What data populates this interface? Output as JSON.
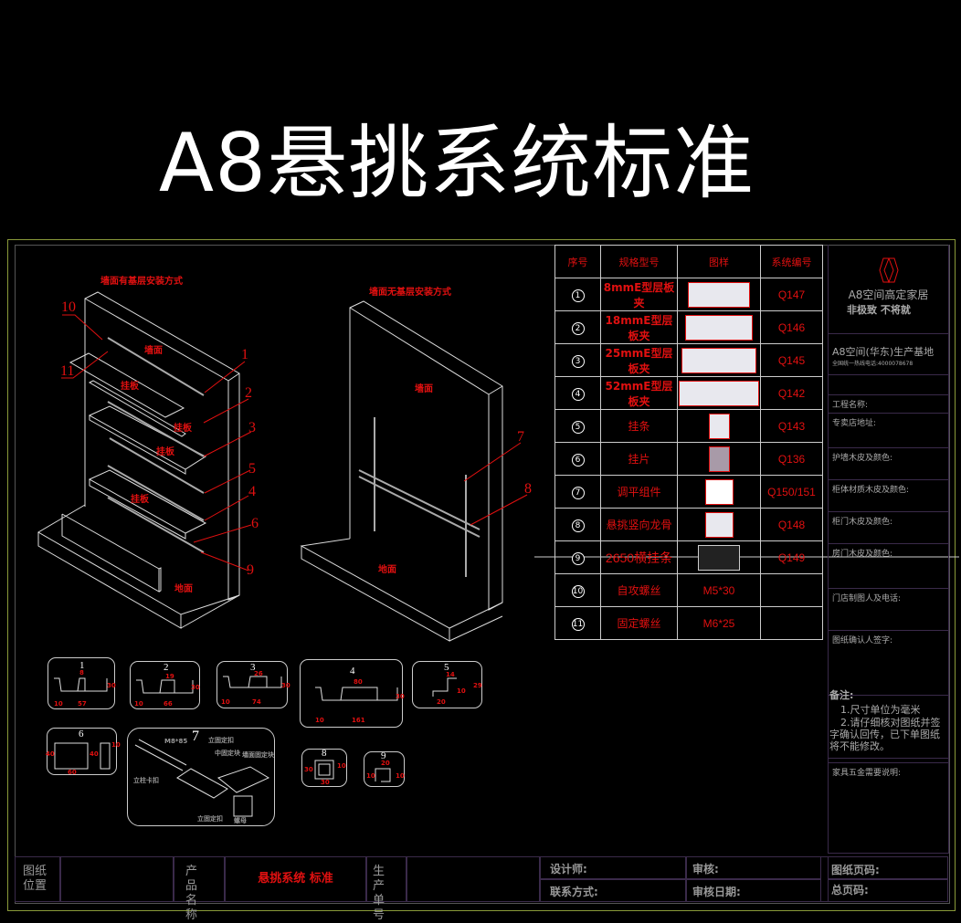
{
  "title": "A8悬挑系统标准",
  "views": {
    "left_title": "墙面有基层安装方式",
    "right_title": "墙面无基层安装方式",
    "left_labels": {
      "wall": "墙面",
      "shelf1": "挂板",
      "shelf2": "挂板",
      "shelf3": "挂板",
      "shelf4": "挂板",
      "floor": "地面"
    },
    "right_labels": {
      "wall": "墙面",
      "floor": "地面"
    },
    "left_callouts": [
      "10",
      "11",
      "1",
      "2",
      "3",
      "5",
      "4",
      "6",
      "9"
    ],
    "right_callouts": [
      "7",
      "8"
    ]
  },
  "parts_table": {
    "headers": [
      "序号",
      "规格型号",
      "图样",
      "系统编号"
    ],
    "rows": [
      {
        "no": "1",
        "spec": "8mmE型层板夹",
        "code": "Q147"
      },
      {
        "no": "2",
        "spec": "18mmE型层板夹",
        "code": "Q146"
      },
      {
        "no": "3",
        "spec": "25mmE型层板夹",
        "code": "Q145"
      },
      {
        "no": "4",
        "spec": "52mmE型层板夹",
        "code": "Q142"
      },
      {
        "no": "5",
        "spec": "挂条",
        "code": "Q143"
      },
      {
        "no": "6",
        "spec": "挂片",
        "code": "Q136"
      },
      {
        "no": "7",
        "spec": "调平组件",
        "code": "Q150/151"
      },
      {
        "no": "8",
        "spec": "悬挑竖向龙骨",
        "code": "Q148"
      },
      {
        "no": "9",
        "spec": "2650横挂条",
        "code": "Q149"
      },
      {
        "no": "10",
        "spec": "自攻螺丝",
        "sample": "M5*30",
        "code": ""
      },
      {
        "no": "11",
        "spec": "固定螺丝",
        "sample": "M6*25",
        "code": ""
      }
    ]
  },
  "details": [
    {
      "n": "1",
      "dims": [
        "8",
        "30",
        "10",
        "57"
      ]
    },
    {
      "n": "2",
      "dims": [
        "19",
        "30",
        "10",
        "66"
      ]
    },
    {
      "n": "3",
      "dims": [
        "26",
        "30",
        "10",
        "74"
      ]
    },
    {
      "n": "4",
      "dims": [
        "80",
        "30",
        "10",
        "161"
      ]
    },
    {
      "n": "5",
      "dims": [
        "14",
        "29",
        "10",
        "20"
      ]
    },
    {
      "n": "6",
      "dims": [
        "40",
        "40",
        "10",
        "60"
      ]
    },
    {
      "n": "7",
      "labels": [
        "M8*85",
        "立固定扣",
        "中固定块",
        "墙面固定块",
        "立柱卡扣",
        "立固定扣",
        "螺母"
      ]
    },
    {
      "n": "8",
      "dims": [
        "30",
        "10",
        "30"
      ]
    },
    {
      "n": "9",
      "dims": [
        "20",
        "10",
        "10"
      ]
    }
  ],
  "right_panel": {
    "brand": "A8空间高定家居",
    "slogan": "非极致 不将就",
    "factory": "A8空间(华东)生产基地",
    "hotline": "全国统一热线电话:4000078678",
    "fields": [
      "工程名称:",
      "专卖店地址:",
      "护墙木皮及颜色:",
      "柜体材质木皮及颜色:",
      "柜门木皮及颜色:",
      "房门木皮及颜色:",
      "门店制图人及电话:",
      "图纸确认人签字:"
    ],
    "notes_title": "备注:",
    "notes": [
      "1.尺寸单位为毫米",
      "2.请仔细核对图纸并签字确认回传，已下单图纸将不能修改。"
    ],
    "hardware": "家具五金需要说明:"
  },
  "title_block": {
    "drawing_position": "图纸位置",
    "product_name_label": "产品名称",
    "product_name": "悬挑系统 标准",
    "order_no_label": "生产单号",
    "designer": "设计师:",
    "contact": "联系方式:",
    "review": "审核:",
    "review_date": "审核日期:",
    "page_no": "图纸页码:",
    "total_pages": "总页码:"
  },
  "colors": {
    "red": "#e01010",
    "line": "#dddddd",
    "frame": "#8a9a3a"
  }
}
